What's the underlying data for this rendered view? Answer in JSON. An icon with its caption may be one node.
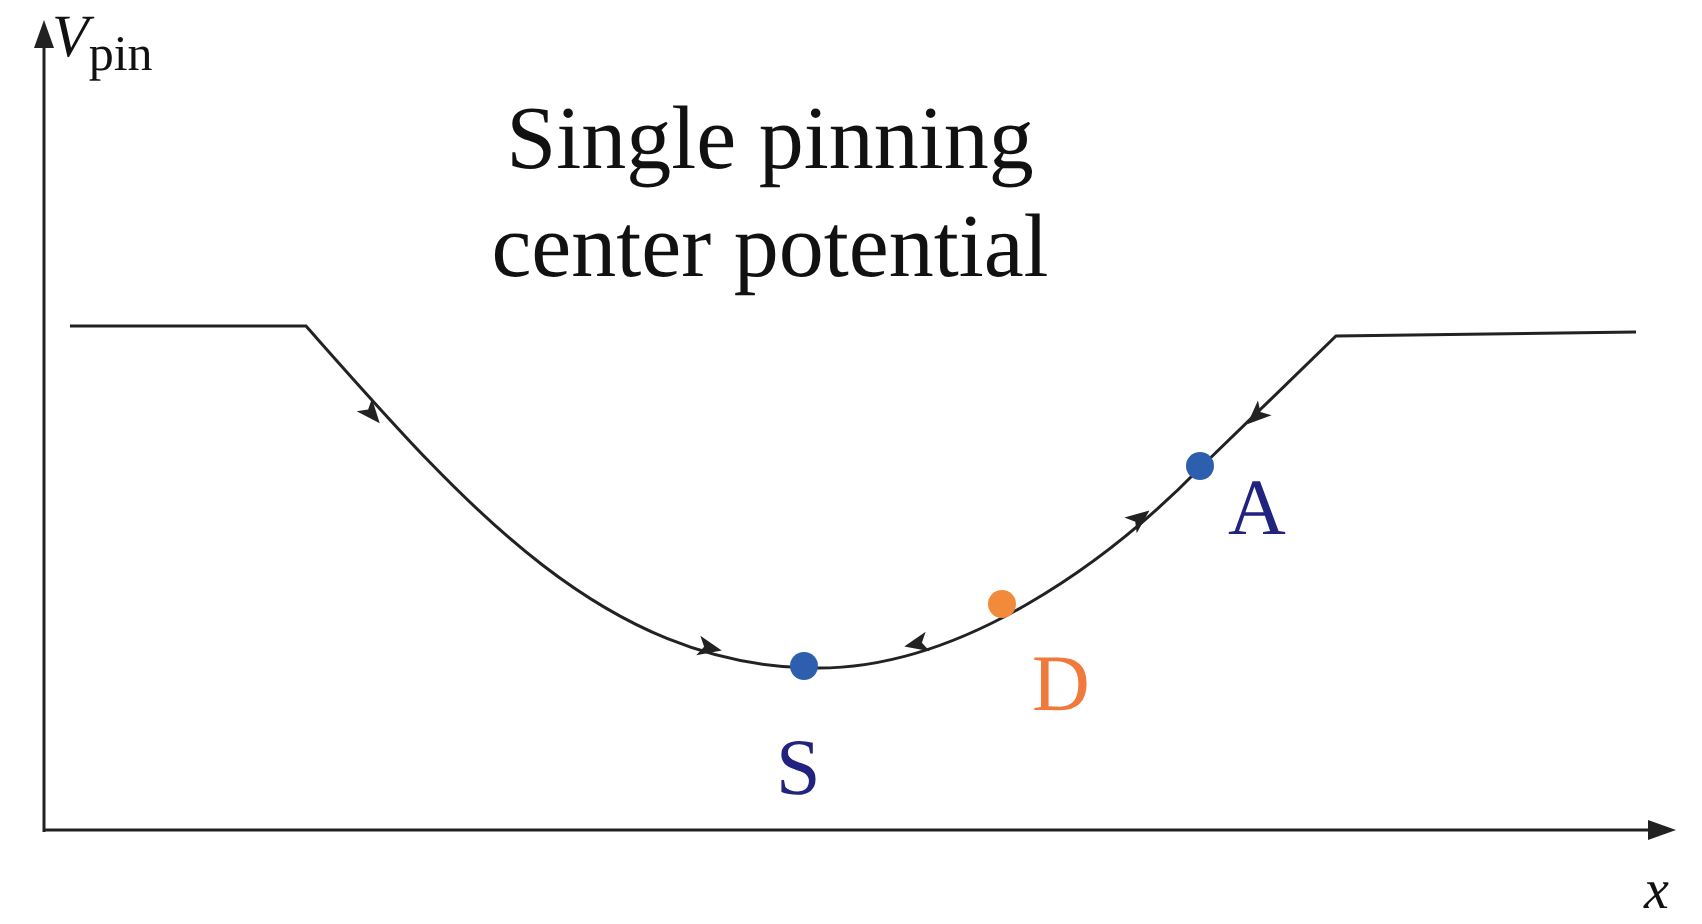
{
  "diagram": {
    "title": "Single pinning center potential",
    "labels": [
      "*V*$_{pin}$",
      "x",
      "S",
      "D",
      "A"
    ]
  }
}
